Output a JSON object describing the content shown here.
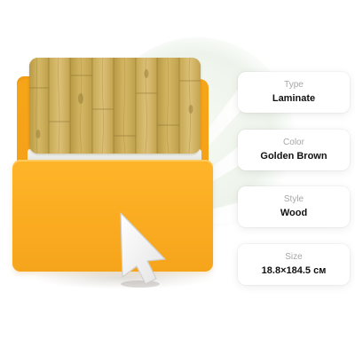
{
  "colors": {
    "folder": "#fbad22",
    "laminate": "#c9ab55",
    "card_background": "#ffffff",
    "label_text": "#a7a7a7",
    "value_text": "#111111"
  },
  "illustration": {
    "folder_icon": "folder-icon",
    "laminate_sample": "laminate-sample-image",
    "cursor_icon": "mouse-pointer-icon"
  },
  "attributes": [
    {
      "label": "Type",
      "value": "Laminate"
    },
    {
      "label": "Color",
      "value": "Golden Brown"
    },
    {
      "label": "Style",
      "value": "Wood"
    },
    {
      "label": "Size",
      "value": "18.8×184.5 см"
    }
  ]
}
